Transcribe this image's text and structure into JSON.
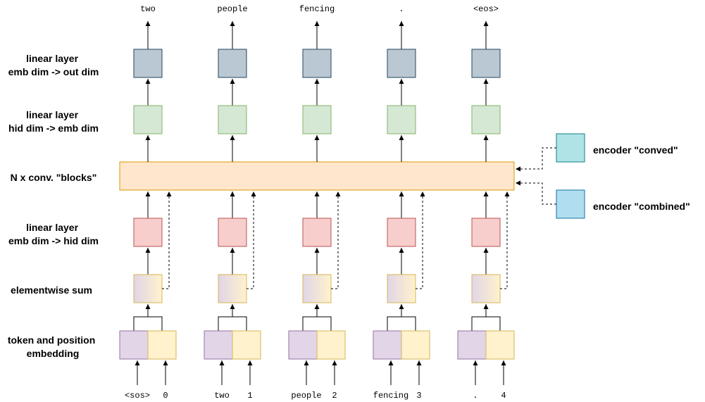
{
  "row_labels": {
    "out_linear": [
      "linear layer",
      "emb dim -> out dim"
    ],
    "emb_linear": [
      "linear layer",
      "hid dim -> emb dim"
    ],
    "conv_blocks": [
      "N x conv. \"blocks\""
    ],
    "hid_linear": [
      "linear layer",
      "emb dim -> hid dim"
    ],
    "sum": [
      "elementwise sum"
    ],
    "embedding": [
      "token and position",
      "embedding"
    ]
  },
  "encoder": {
    "conved": "encoder \"conved\"",
    "combined": "encoder \"combined\""
  },
  "columns": [
    {
      "output": "two",
      "token": "<sos>",
      "position": "0"
    },
    {
      "output": "people",
      "token": "two",
      "position": "1"
    },
    {
      "output": "fencing",
      "token": "people",
      "position": "2"
    },
    {
      "output": ".",
      "token": "fencing",
      "position": "3"
    },
    {
      "output": "<eos>",
      "token": ".",
      "position": "4"
    }
  ],
  "colors": {
    "out_linear_fill": "#bac8d3",
    "out_linear_stroke": "#23445d",
    "emb_linear_fill": "#d5e8d4",
    "emb_linear_stroke": "#82b366",
    "conv_fill": "#ffe6cc",
    "conv_stroke": "#d79b00",
    "hid_linear_fill": "#f8cecc",
    "hid_linear_stroke": "#b85450",
    "sum_fill_start": "#e1d5e7",
    "sum_fill_end": "#fff2cc",
    "sum_stroke": "#d6b656",
    "token_emb_fill": "#e1d5e7",
    "token_emb_stroke": "#9673a6",
    "pos_emb_fill": "#fff2cc",
    "pos_emb_stroke": "#d6b656",
    "enc_conved_fill": "#b0e3e6",
    "enc_conved_stroke": "#0e8088",
    "enc_combined_fill": "#b1ddf0",
    "enc_combined_stroke": "#10739e"
  }
}
